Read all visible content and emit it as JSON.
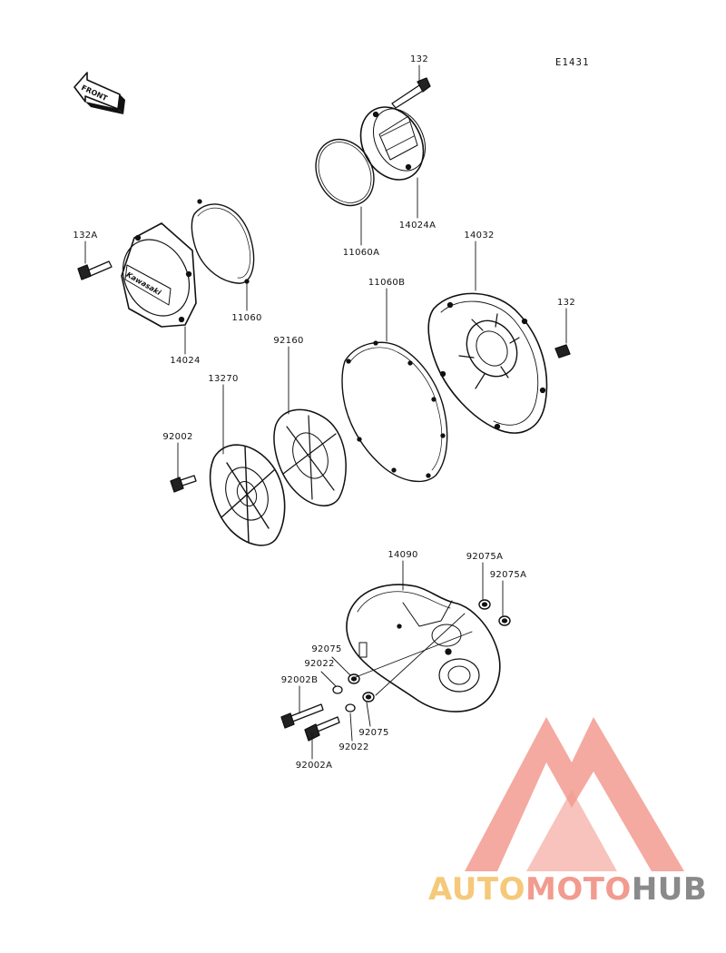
{
  "diagram": {
    "code": "E1431",
    "front_marker": "FRONT",
    "cover_brand": "Kawasaki",
    "parts": [
      {
        "id": "p132_top",
        "label": "132"
      },
      {
        "id": "p14024A",
        "label": "14024A"
      },
      {
        "id": "p11060A",
        "label": "11060A"
      },
      {
        "id": "p132A",
        "label": "132A"
      },
      {
        "id": "p11060",
        "label": "11060"
      },
      {
        "id": "p14024",
        "label": "14024"
      },
      {
        "id": "p14032",
        "label": "14032"
      },
      {
        "id": "p11060B",
        "label": "11060B"
      },
      {
        "id": "p132_right",
        "label": "132"
      },
      {
        "id": "p92160",
        "label": "92160"
      },
      {
        "id": "p13270",
        "label": "13270"
      },
      {
        "id": "p92002",
        "label": "92002"
      },
      {
        "id": "p14090",
        "label": "14090"
      },
      {
        "id": "p92075A_1",
        "label": "92075A"
      },
      {
        "id": "p92075A_2",
        "label": "92075A"
      },
      {
        "id": "p92075_1",
        "label": "92075"
      },
      {
        "id": "p92022_1",
        "label": "92022"
      },
      {
        "id": "p92002B",
        "label": "92002B"
      },
      {
        "id": "p92075_2",
        "label": "92075"
      },
      {
        "id": "p92022_2",
        "label": "92022"
      },
      {
        "id": "p92002A",
        "label": "92002A"
      }
    ]
  },
  "watermark": {
    "part1": "AUTO",
    "part2": "MOTO",
    "part3": "HUB",
    "color1": "#f5c97a",
    "color2": "#f29b8f",
    "color3": "#8a8a8a",
    "triangle_color": "#f29b8f"
  }
}
